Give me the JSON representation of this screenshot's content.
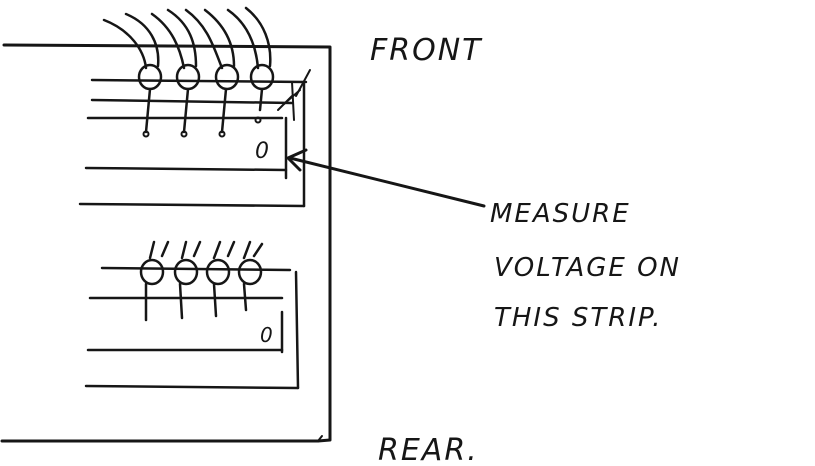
{
  "labels": {
    "front": "FRONT",
    "rear": "REAR.",
    "annotation": [
      "MEASURE",
      "VOLTAGE ON",
      "THIS STRIP."
    ],
    "strip_marker": "0"
  },
  "colors": {
    "ink": "#161616",
    "paper": "#ffffff"
  },
  "sketch": {
    "upper_strip_terminals": 4,
    "lower_strip_terminals": 4
  }
}
